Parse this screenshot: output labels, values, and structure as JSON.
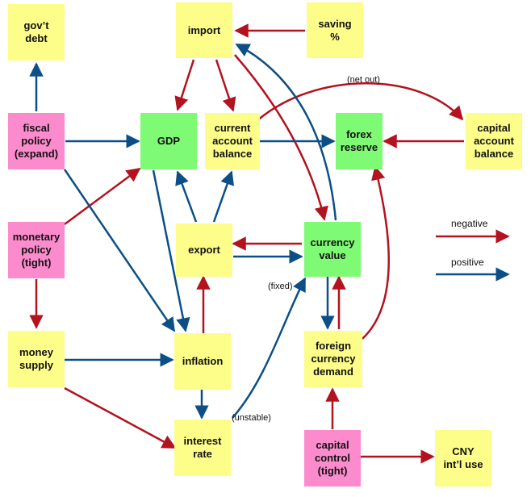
{
  "colors": {
    "negative": "#b3121f",
    "positive": "#0b4f86",
    "yellow": "#fdfd8a",
    "pink": "#fc8bcd",
    "green": "#7efa74"
  },
  "nodes": {
    "govt_debt": "gov’t\ndebt",
    "import": "import",
    "saving": "saving\n%",
    "fiscal_policy": "fiscal\npolicy\n(expand)",
    "gdp": "GDP",
    "current_account": "current\naccount\nbalance",
    "forex_reserve": "forex\nreserve",
    "capital_account": "capital\naccount\nbalance",
    "monetary_policy": "monetary\npolicy\n(tight)",
    "export": "export",
    "currency_value": "currency\nvalue",
    "money_supply": "money\nsupply",
    "inflation": "inflation",
    "foreign_currency_demand": "foreign\ncurrency\ndemand",
    "interest_rate": "interest\nrate",
    "capital_control": "capital\ncontrol\n(tight)",
    "cny_use": "CNY\nint’l use"
  },
  "edge_labels": {
    "net_out": "(net out)",
    "fixed": "(fixed)",
    "unstable": "(unstable)"
  },
  "legend": {
    "negative": "negative",
    "positive": "positive"
  }
}
